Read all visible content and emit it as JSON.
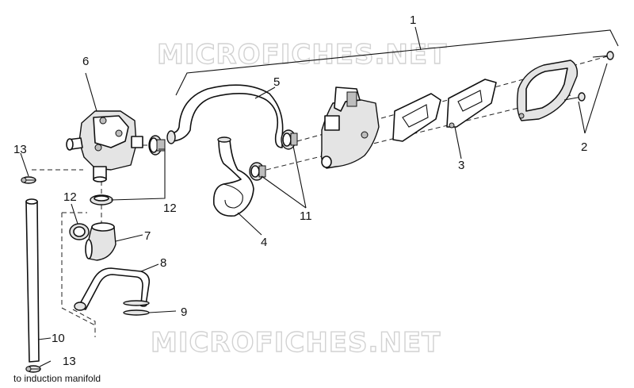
{
  "watermark": "MICROFICHES.NET",
  "callouts": {
    "c1": "1",
    "c2": "2",
    "c3": "3",
    "c4": "4",
    "c5": "5",
    "c6": "6",
    "c7": "7",
    "c8": "8",
    "c9": "9",
    "c10": "10",
    "c11": "11",
    "c12a": "12",
    "c12b": "12",
    "c13a": "13",
    "c13b": "13"
  },
  "note": "to induction manifold"
}
